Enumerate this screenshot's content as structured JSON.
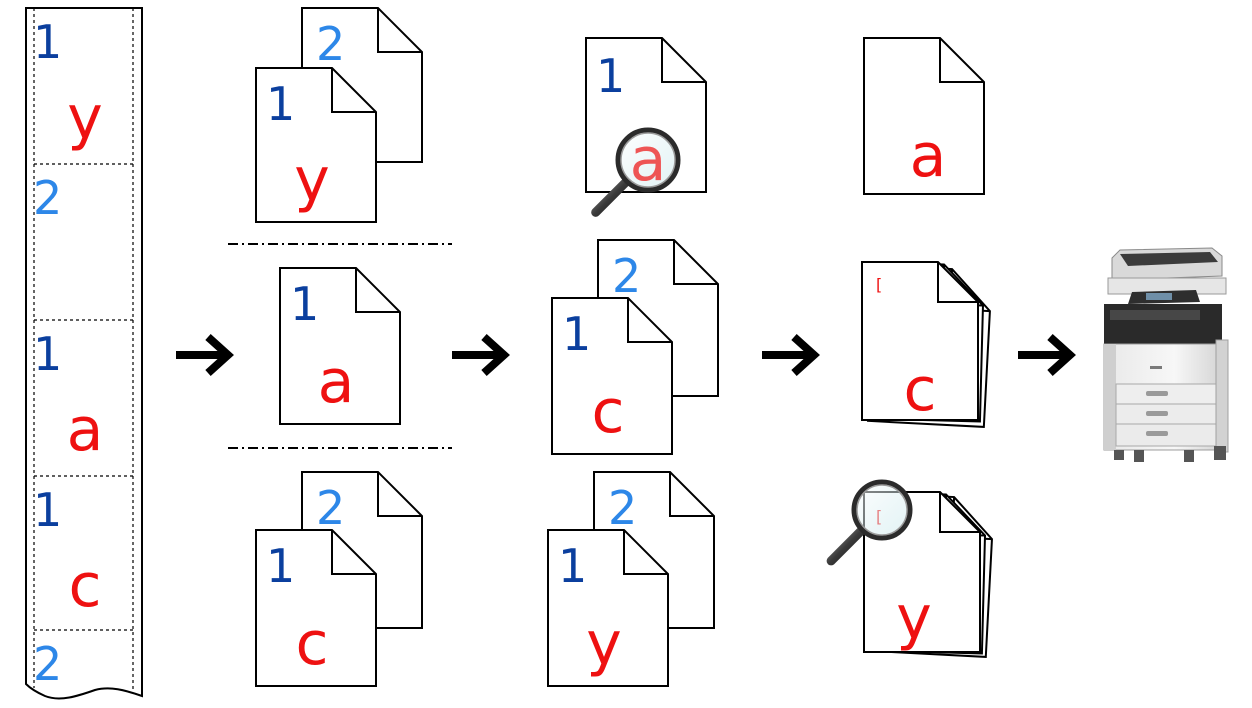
{
  "colors": {
    "page_number_1": "#0b3f9e",
    "page_number_2": "#2d87e8",
    "content_letter": "#ee1111",
    "outline": "#000000"
  },
  "continuous_strip": {
    "sections": [
      {
        "page_number": "1",
        "letter": "y"
      },
      {
        "page_number": "2",
        "letter": ""
      },
      {
        "page_number": "1",
        "letter": "a"
      },
      {
        "page_number": "1",
        "letter": "c"
      },
      {
        "page_number": "2",
        "letter": ""
      }
    ]
  },
  "split_documents": [
    {
      "pages": [
        "2",
        "1"
      ],
      "letter": "y"
    },
    {
      "pages": [
        "1"
      ],
      "letter": "a"
    },
    {
      "pages": [
        "2",
        "1"
      ],
      "letter": "c"
    }
  ],
  "sorted_documents": [
    {
      "pages": [
        "1"
      ],
      "letter": "a",
      "magnifier": true,
      "magnified_text": "a"
    },
    {
      "pages": [
        "2",
        "1"
      ],
      "letter": "c"
    },
    {
      "pages": [
        "2",
        "1"
      ],
      "letter": "y"
    }
  ],
  "output_documents": [
    {
      "letter": "a"
    },
    {
      "letter": "c",
      "stamp": "["
    },
    {
      "letter": "y",
      "stamp": "[",
      "magnifier": true
    }
  ],
  "icons": [
    "arrow-right-icon",
    "magnifier-icon",
    "printer-icon"
  ]
}
